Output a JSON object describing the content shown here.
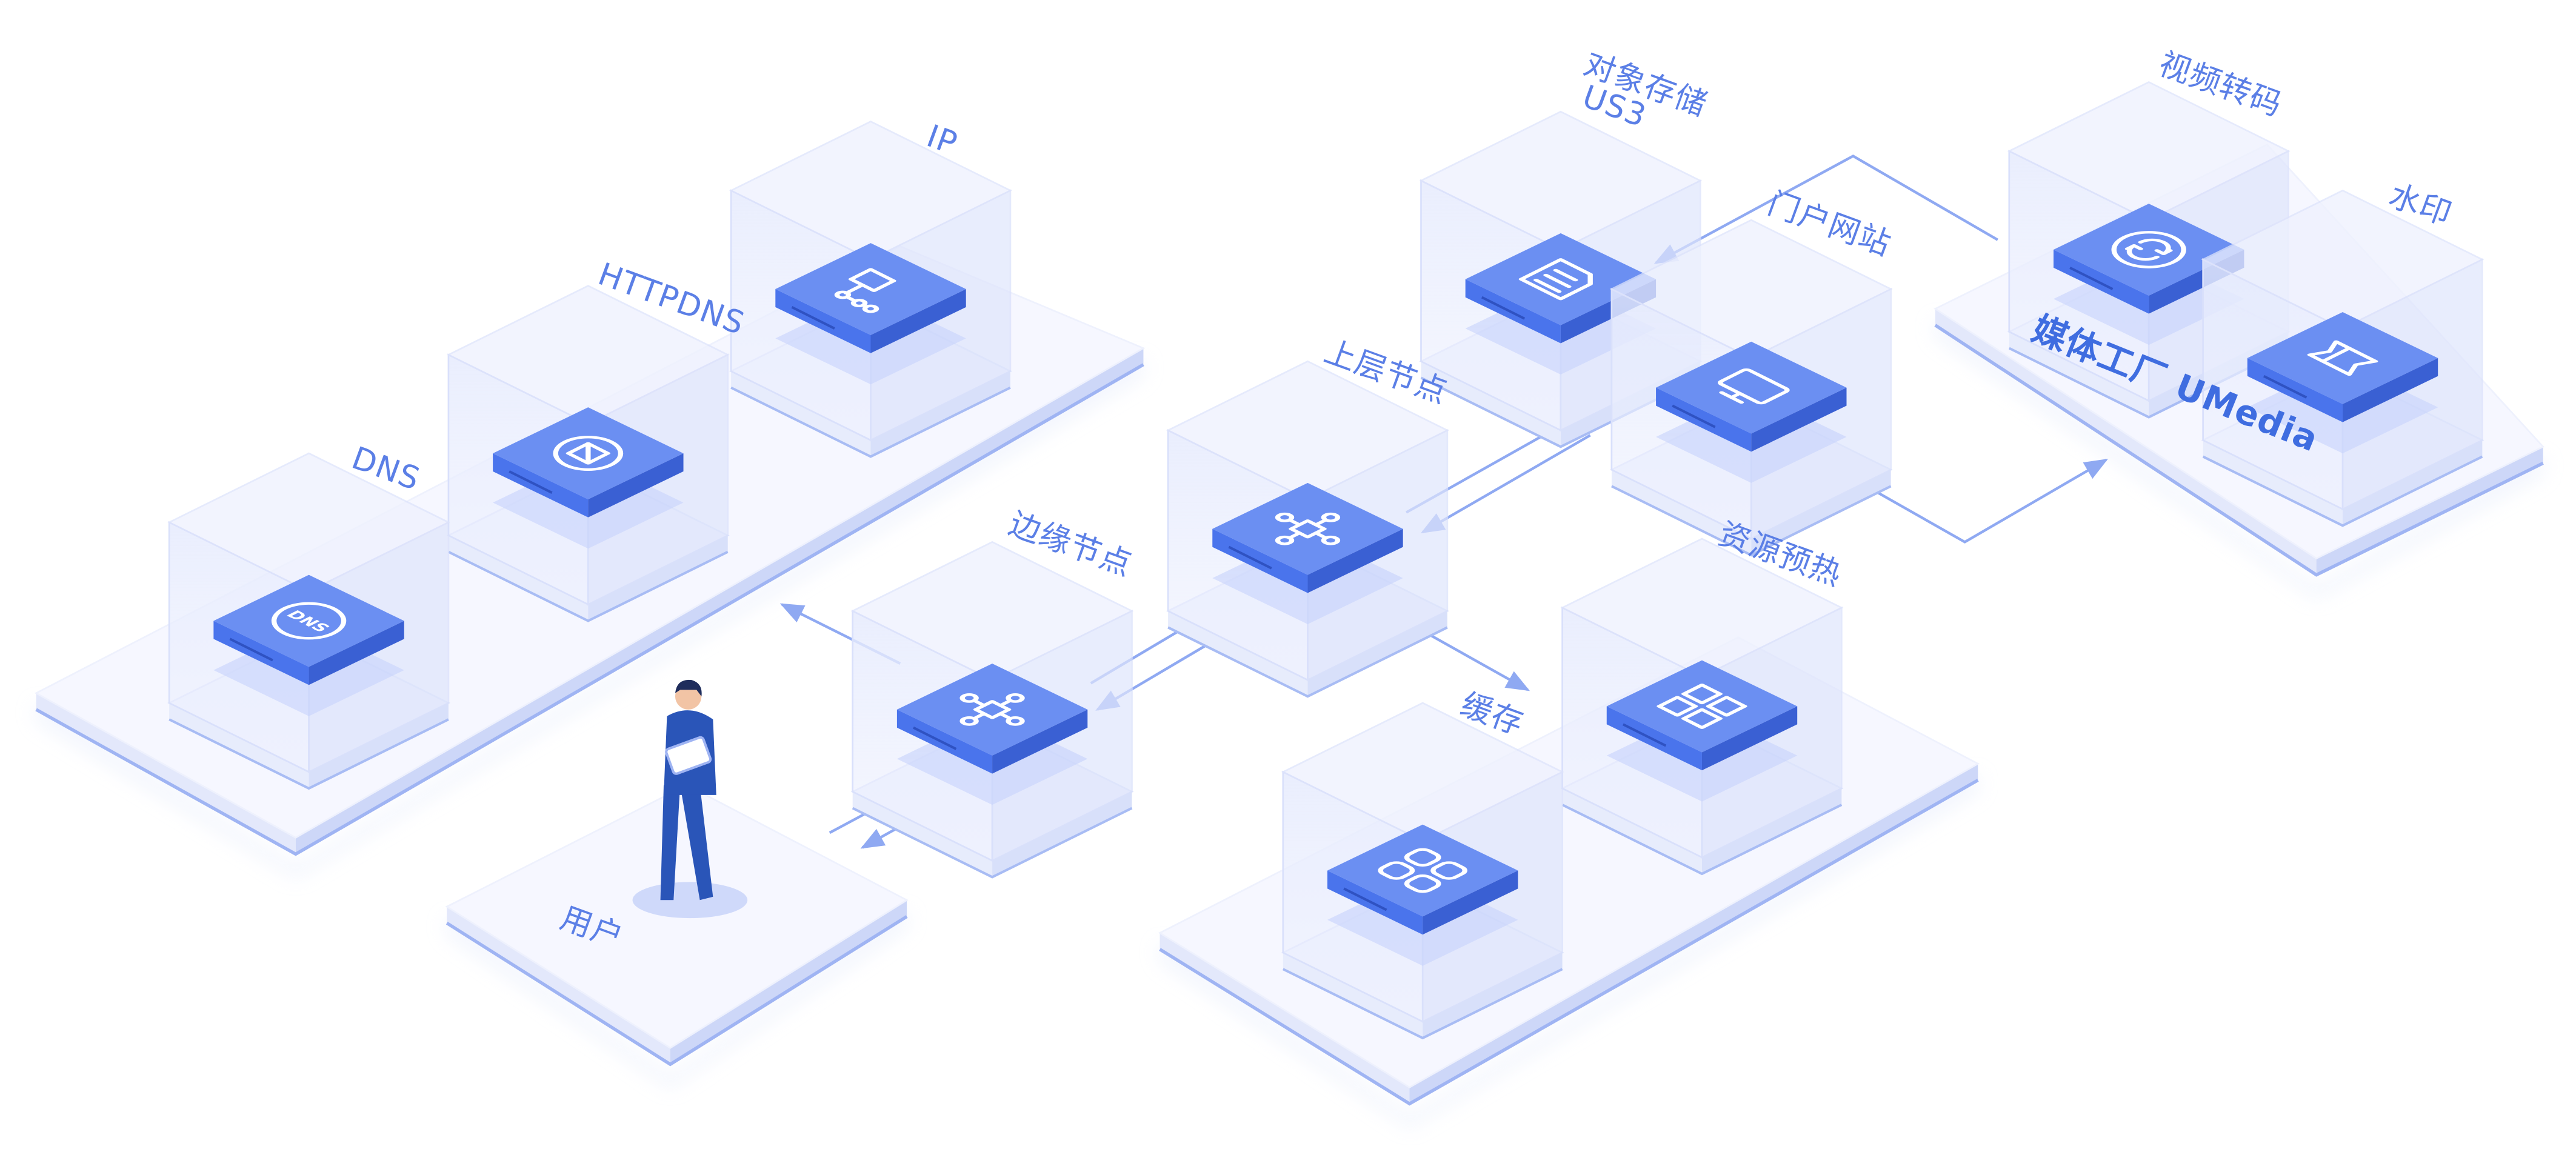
{
  "labels": {
    "ip": "IP",
    "httpdns": "HTTPDNS",
    "dns": "DNS",
    "edge_node": "边缘节点",
    "upper_node": "上层节点",
    "object_storage_line1": "对象存储",
    "object_storage_line2": "US3",
    "portal": "门户网站",
    "video_transcode": "视频转码",
    "watermark": "水印",
    "umedia": "媒体工厂 UMedia",
    "resource_prefetch": "资源预热",
    "cache": "缓存",
    "user": "用户"
  },
  "icons": {
    "ip": "router-icon",
    "httpdns": "shield-box-icon",
    "dns": "dns-badge-icon",
    "edge_node": "network-node-icon",
    "upper_node": "network-node-icon",
    "object_storage": "document-icon",
    "portal": "monitor-icon",
    "video_transcode": "refresh-icon",
    "watermark": "ribbon-icon",
    "resource_prefetch": "cubes-icon",
    "cache": "grid-icon",
    "user": "person-figure"
  },
  "colors": {
    "accent": "#4c78ee",
    "accent_dark": "#3d63d6",
    "label": "#5b7fe6",
    "arrow": "#8fa9f2",
    "platform": "#f6f7ff"
  }
}
